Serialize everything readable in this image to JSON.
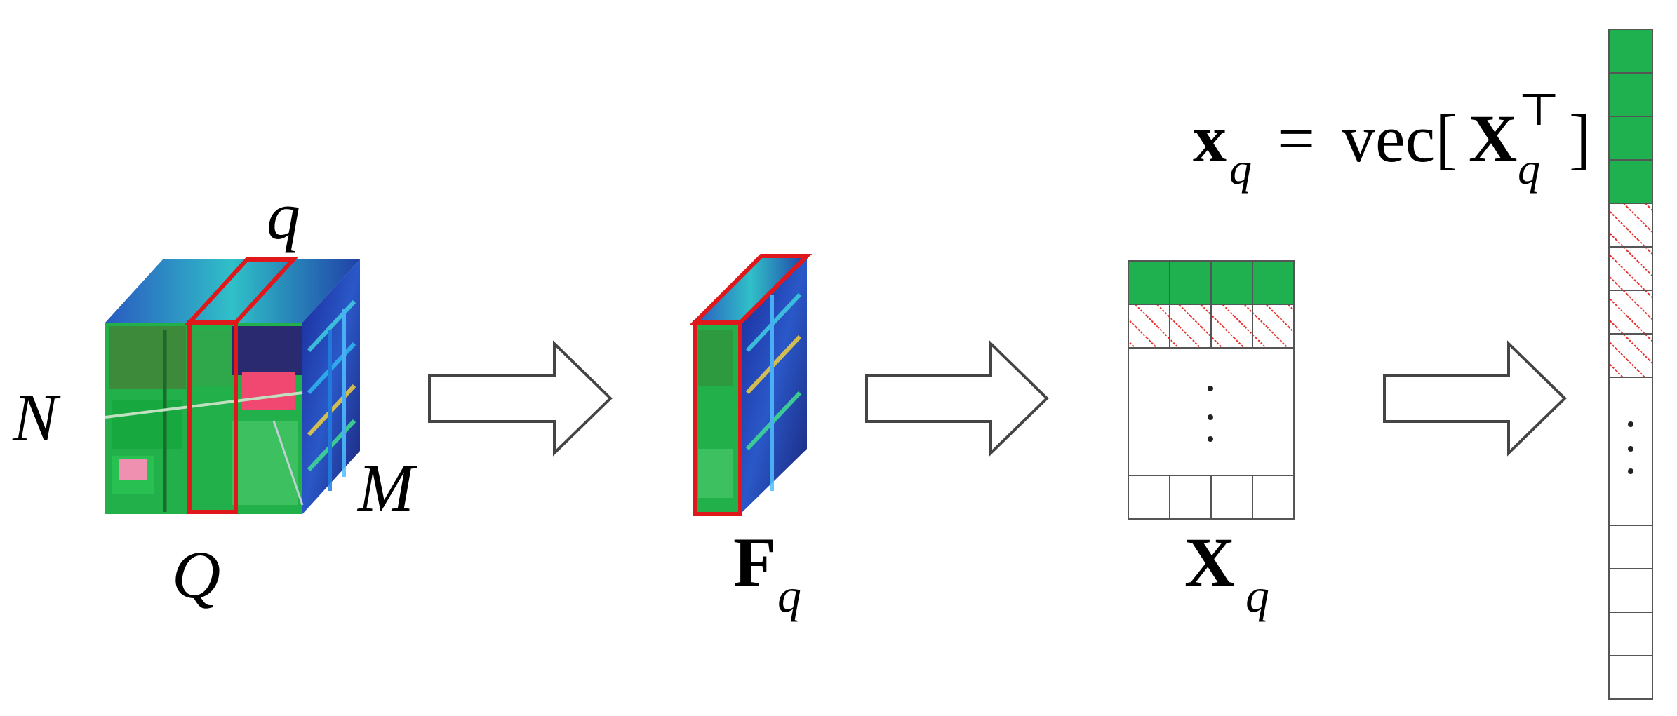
{
  "cube_labels": {
    "q": "q",
    "N": "N",
    "M": "M",
    "Q": "Q"
  },
  "slice_label": {
    "main": "F",
    "sub": "q"
  },
  "matrix_label": {
    "main": "X",
    "sub": "q"
  },
  "matrix": {
    "columns": 4,
    "dots": "· · ·"
  },
  "vector": {
    "dots": "· · ·"
  },
  "equation": {
    "lhs_main": "x",
    "lhs_sub": "q",
    "equals": "=",
    "func": "vec[",
    "arg_main": "X",
    "arg_sub": "q",
    "arg_sup": "⊤",
    "close": "]"
  },
  "colors": {
    "green_row": "#1fb04f",
    "hatch_red": "#e8302c",
    "slice_outline": "#e0181c",
    "grid_line": "#555555",
    "arrow_stroke": "#444444"
  }
}
